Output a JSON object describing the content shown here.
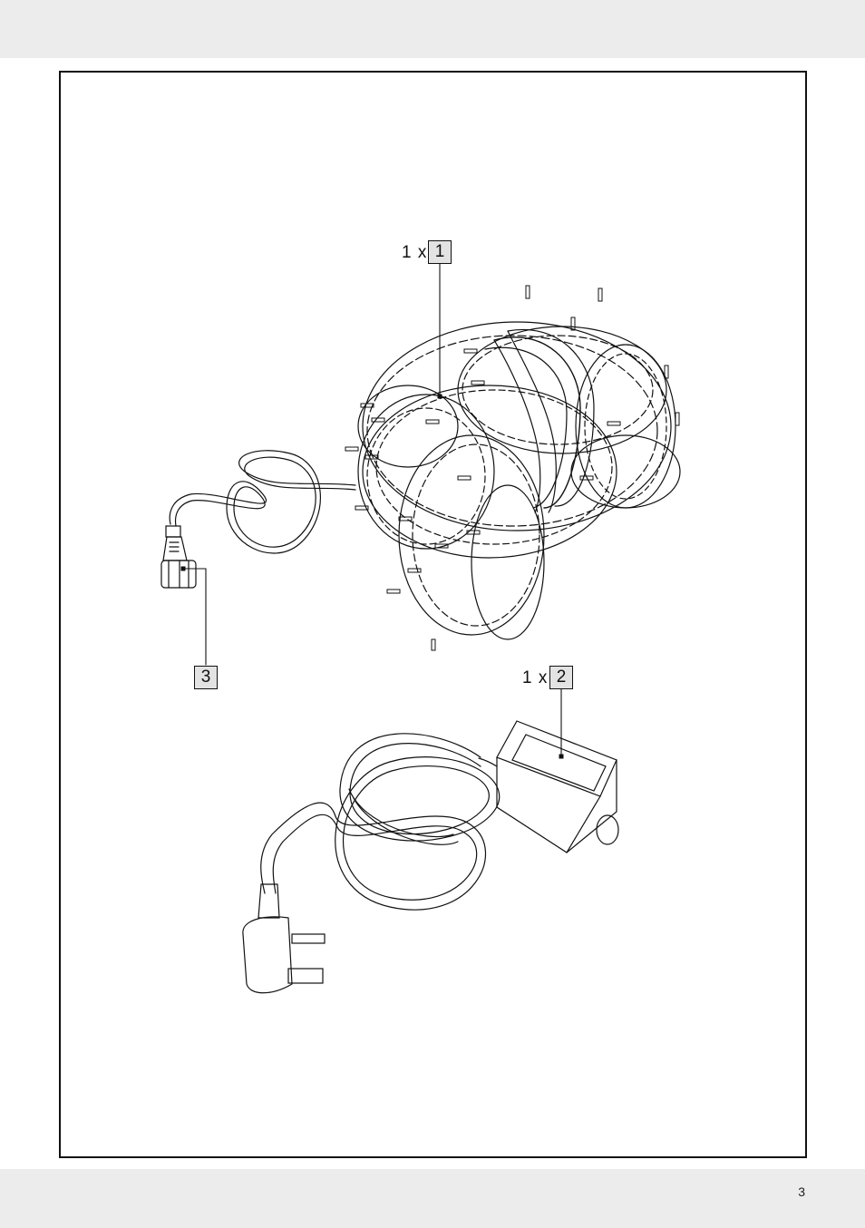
{
  "page": {
    "number": "3"
  },
  "items": [
    {
      "quantity": "1 x",
      "number": "1",
      "description": "light-string-coil"
    },
    {
      "quantity": "1 x",
      "number": "2",
      "description": "power-adapter"
    },
    {
      "quantity": "",
      "number": "3",
      "description": "connector"
    }
  ]
}
